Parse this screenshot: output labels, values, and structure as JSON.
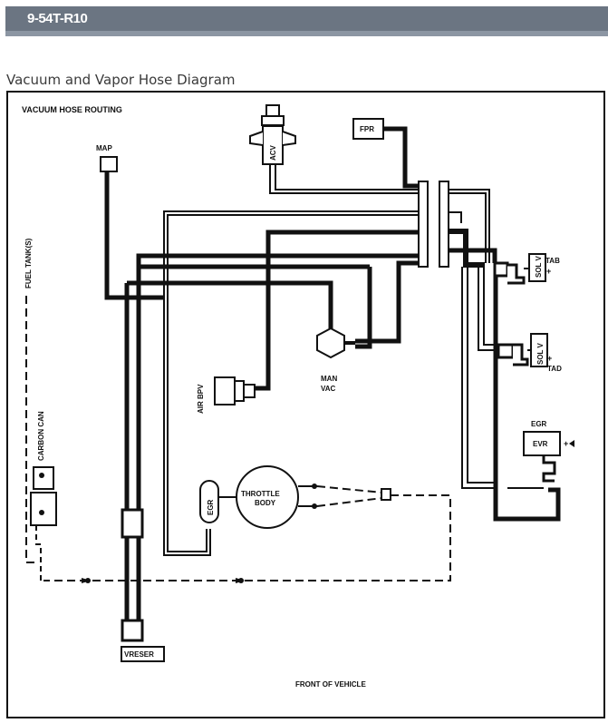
{
  "header": {
    "title": "9-54T-R10"
  },
  "subtitle": "Vacuum and Vapor Hose Diagram",
  "diagram": {
    "title": "VACUUM HOSE ROUTING",
    "labels": {
      "map": "MAP",
      "acv": "ACV",
      "fpr": "FPR",
      "fuel_tanks": "FUEL TANK(S)",
      "carbon_can": "CARBON CAN",
      "tab": "TAB",
      "sol_v_1": "SOL V",
      "sol_v_2": "SOL V",
      "tad": "TAD",
      "air_bpv": "AIR BPV",
      "man_vac": "MAN",
      "man_vac_2": "VAC",
      "egr_label": "EGR",
      "evr": "EVR",
      "throttle_body_1": "THROTTLE",
      "throttle_body_2": "BODY",
      "egr_valve": "EGR",
      "vreser": "VRESER",
      "front_of_vehicle": "FRONT OF VEHICLE"
    }
  }
}
